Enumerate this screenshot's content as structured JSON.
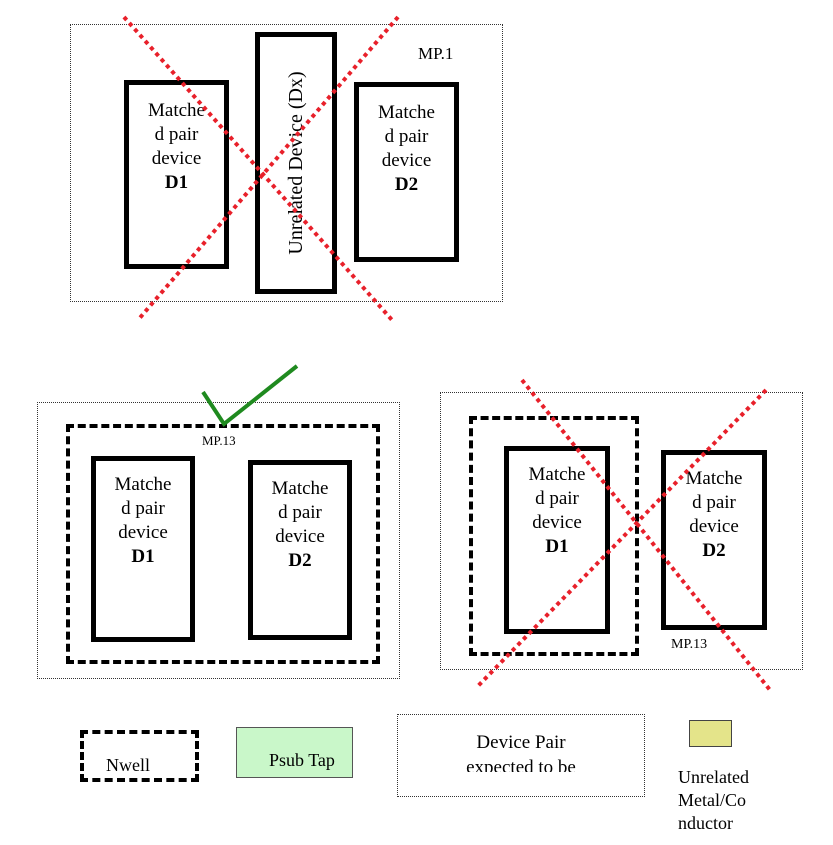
{
  "colors": {
    "reject": "#e8202a",
    "accept": "#1f8a1f",
    "psub": "#c9f7c9",
    "unrelated_metal": "#e4e48a"
  },
  "icons": {
    "reject_mark": "red-x-icon",
    "accept_mark": "green-check-icon"
  },
  "top": {
    "label": "MP.1",
    "d1": {
      "line1": "Matche",
      "line2": "d pair",
      "line3": "device",
      "name": "D1"
    },
    "dx": {
      "text": "Unrelated Device  (Dx)"
    },
    "d2": {
      "line1": "Matche",
      "line2": "d pair",
      "line3": "device",
      "name": "D2"
    }
  },
  "left": {
    "label": "MP.13",
    "d1": {
      "line1": "Matche",
      "line2": "d pair",
      "line3": "device",
      "name": "D1"
    },
    "d2": {
      "line1": "Matche",
      "line2": "d pair",
      "line3": "device",
      "name": "D2"
    }
  },
  "right": {
    "label": "MP.13",
    "d1": {
      "line1": "Matche",
      "line2": "d pair",
      "line3": "device",
      "name": "D1"
    },
    "d2": {
      "line1": "Matche",
      "line2": "d pair",
      "line3": "device",
      "name": "D2"
    }
  },
  "legend": {
    "nwell": "Nwell",
    "psub_tap": "Psub Tap",
    "device_pair_line1": "Device Pair",
    "device_pair_line2": "expected to be",
    "unrelated_line1": "Unrelated",
    "unrelated_line2": "Metal/Co",
    "unrelated_line3": "nductor"
  }
}
